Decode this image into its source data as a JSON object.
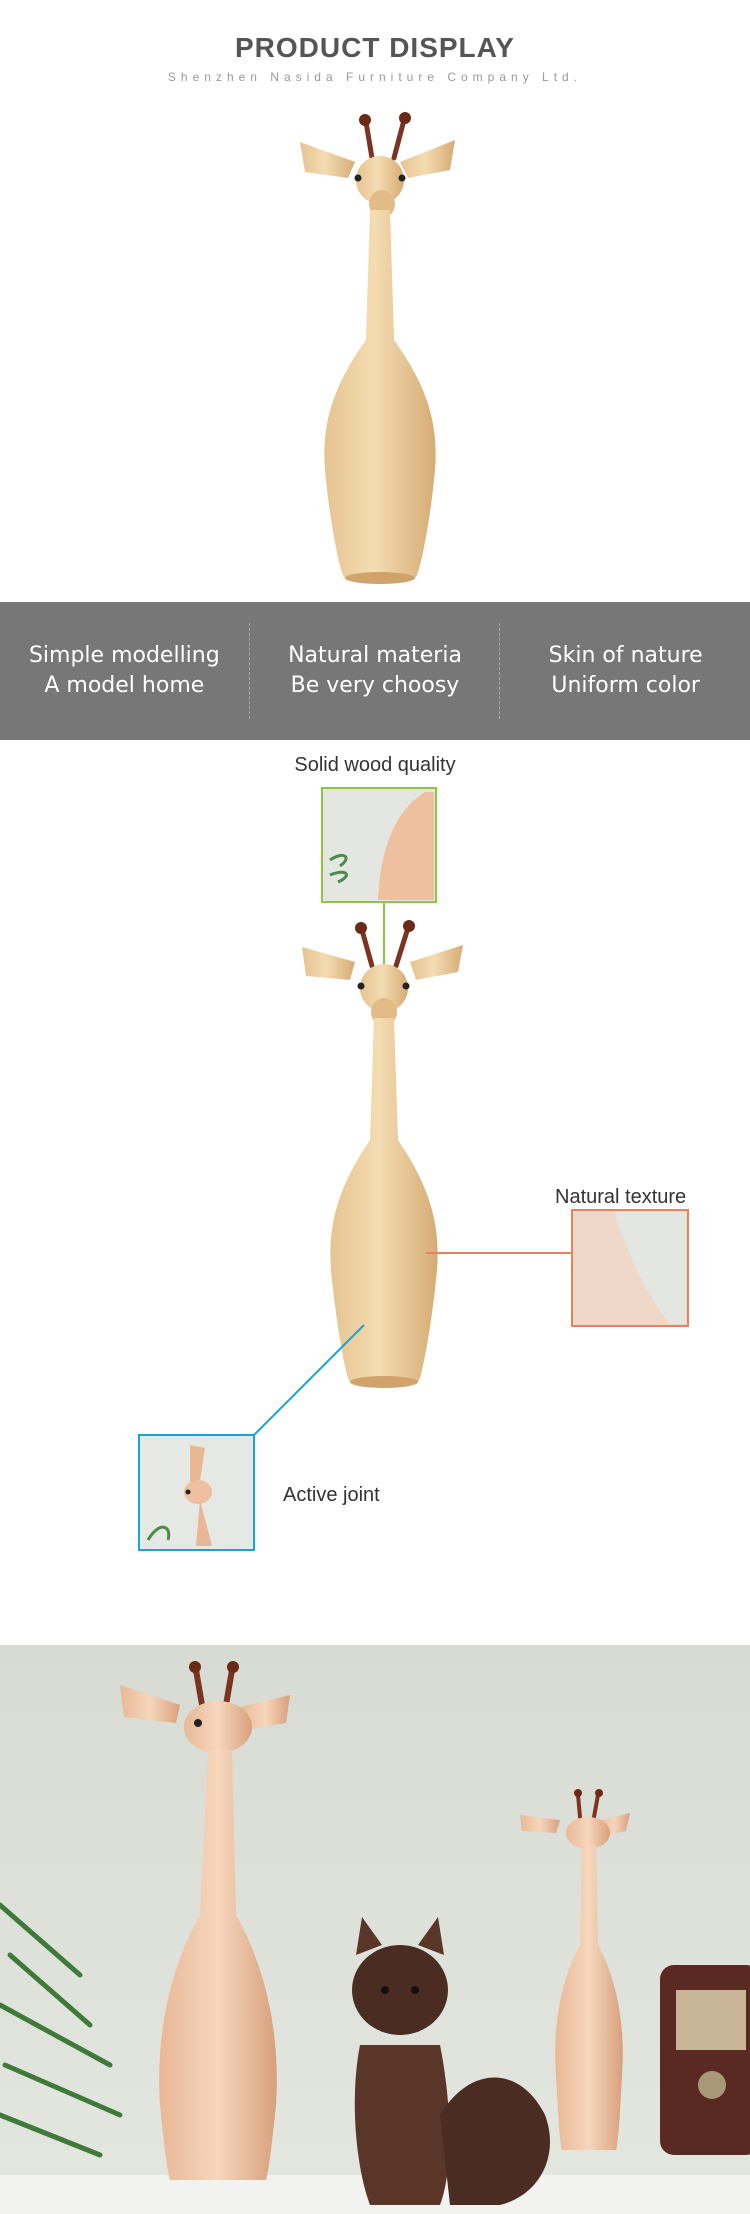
{
  "header": {
    "title": "PRODUCT DISPLAY",
    "subtitle": "Shenzhen Nasida Furniture Company Ltd."
  },
  "features": [
    {
      "line1": "Simple modelling",
      "line2": "A model home"
    },
    {
      "line1": "Natural materia",
      "line2": "Be very choosy"
    },
    {
      "line1": "Skin of nature",
      "line2": "Uniform color"
    }
  ],
  "callouts": {
    "top": {
      "label": "Solid wood quality",
      "color": "#8dc63f"
    },
    "right": {
      "label": "Natural texture",
      "color": "#e8825a"
    },
    "left": {
      "label": "Active joint",
      "color": "#1aa3d4"
    }
  },
  "colors": {
    "band_bg": "#777777",
    "wood": "#e8c898",
    "horn": "#7a3420"
  }
}
